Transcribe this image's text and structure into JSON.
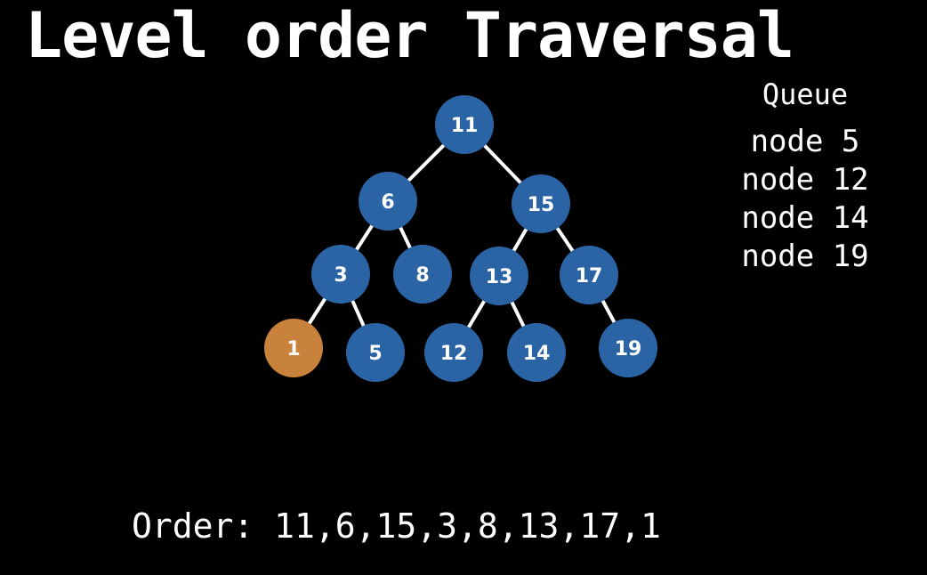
{
  "title": "Level order Traversal",
  "queue": {
    "title": "Queue",
    "items": [
      "node 5",
      "node 12",
      "node 14",
      "node 19"
    ]
  },
  "order_text": "Order: 11,6,15,3,8,13,17,1",
  "colors": {
    "background": "#000000",
    "node": "#2a64a4",
    "current_node": "#c8823c",
    "edge": "#ffffff",
    "text": "#ffffff"
  },
  "tree": {
    "nodes": [
      {
        "id": "n11",
        "label": "11"
      },
      {
        "id": "n6",
        "label": "6"
      },
      {
        "id": "n15",
        "label": "15"
      },
      {
        "id": "n3",
        "label": "3"
      },
      {
        "id": "n8",
        "label": "8"
      },
      {
        "id": "n13",
        "label": "13"
      },
      {
        "id": "n17",
        "label": "17"
      },
      {
        "id": "n1",
        "label": "1",
        "current": true
      },
      {
        "id": "n5",
        "label": "5"
      },
      {
        "id": "n12",
        "label": "12"
      },
      {
        "id": "n14",
        "label": "14"
      },
      {
        "id": "n19",
        "label": "19"
      }
    ],
    "edges": [
      [
        "n11",
        "n6"
      ],
      [
        "n11",
        "n15"
      ],
      [
        "n6",
        "n3"
      ],
      [
        "n6",
        "n8"
      ],
      [
        "n15",
        "n13"
      ],
      [
        "n15",
        "n17"
      ],
      [
        "n3",
        "n1"
      ],
      [
        "n3",
        "n5"
      ],
      [
        "n13",
        "n12"
      ],
      [
        "n13",
        "n14"
      ],
      [
        "n17",
        "n19"
      ]
    ]
  }
}
